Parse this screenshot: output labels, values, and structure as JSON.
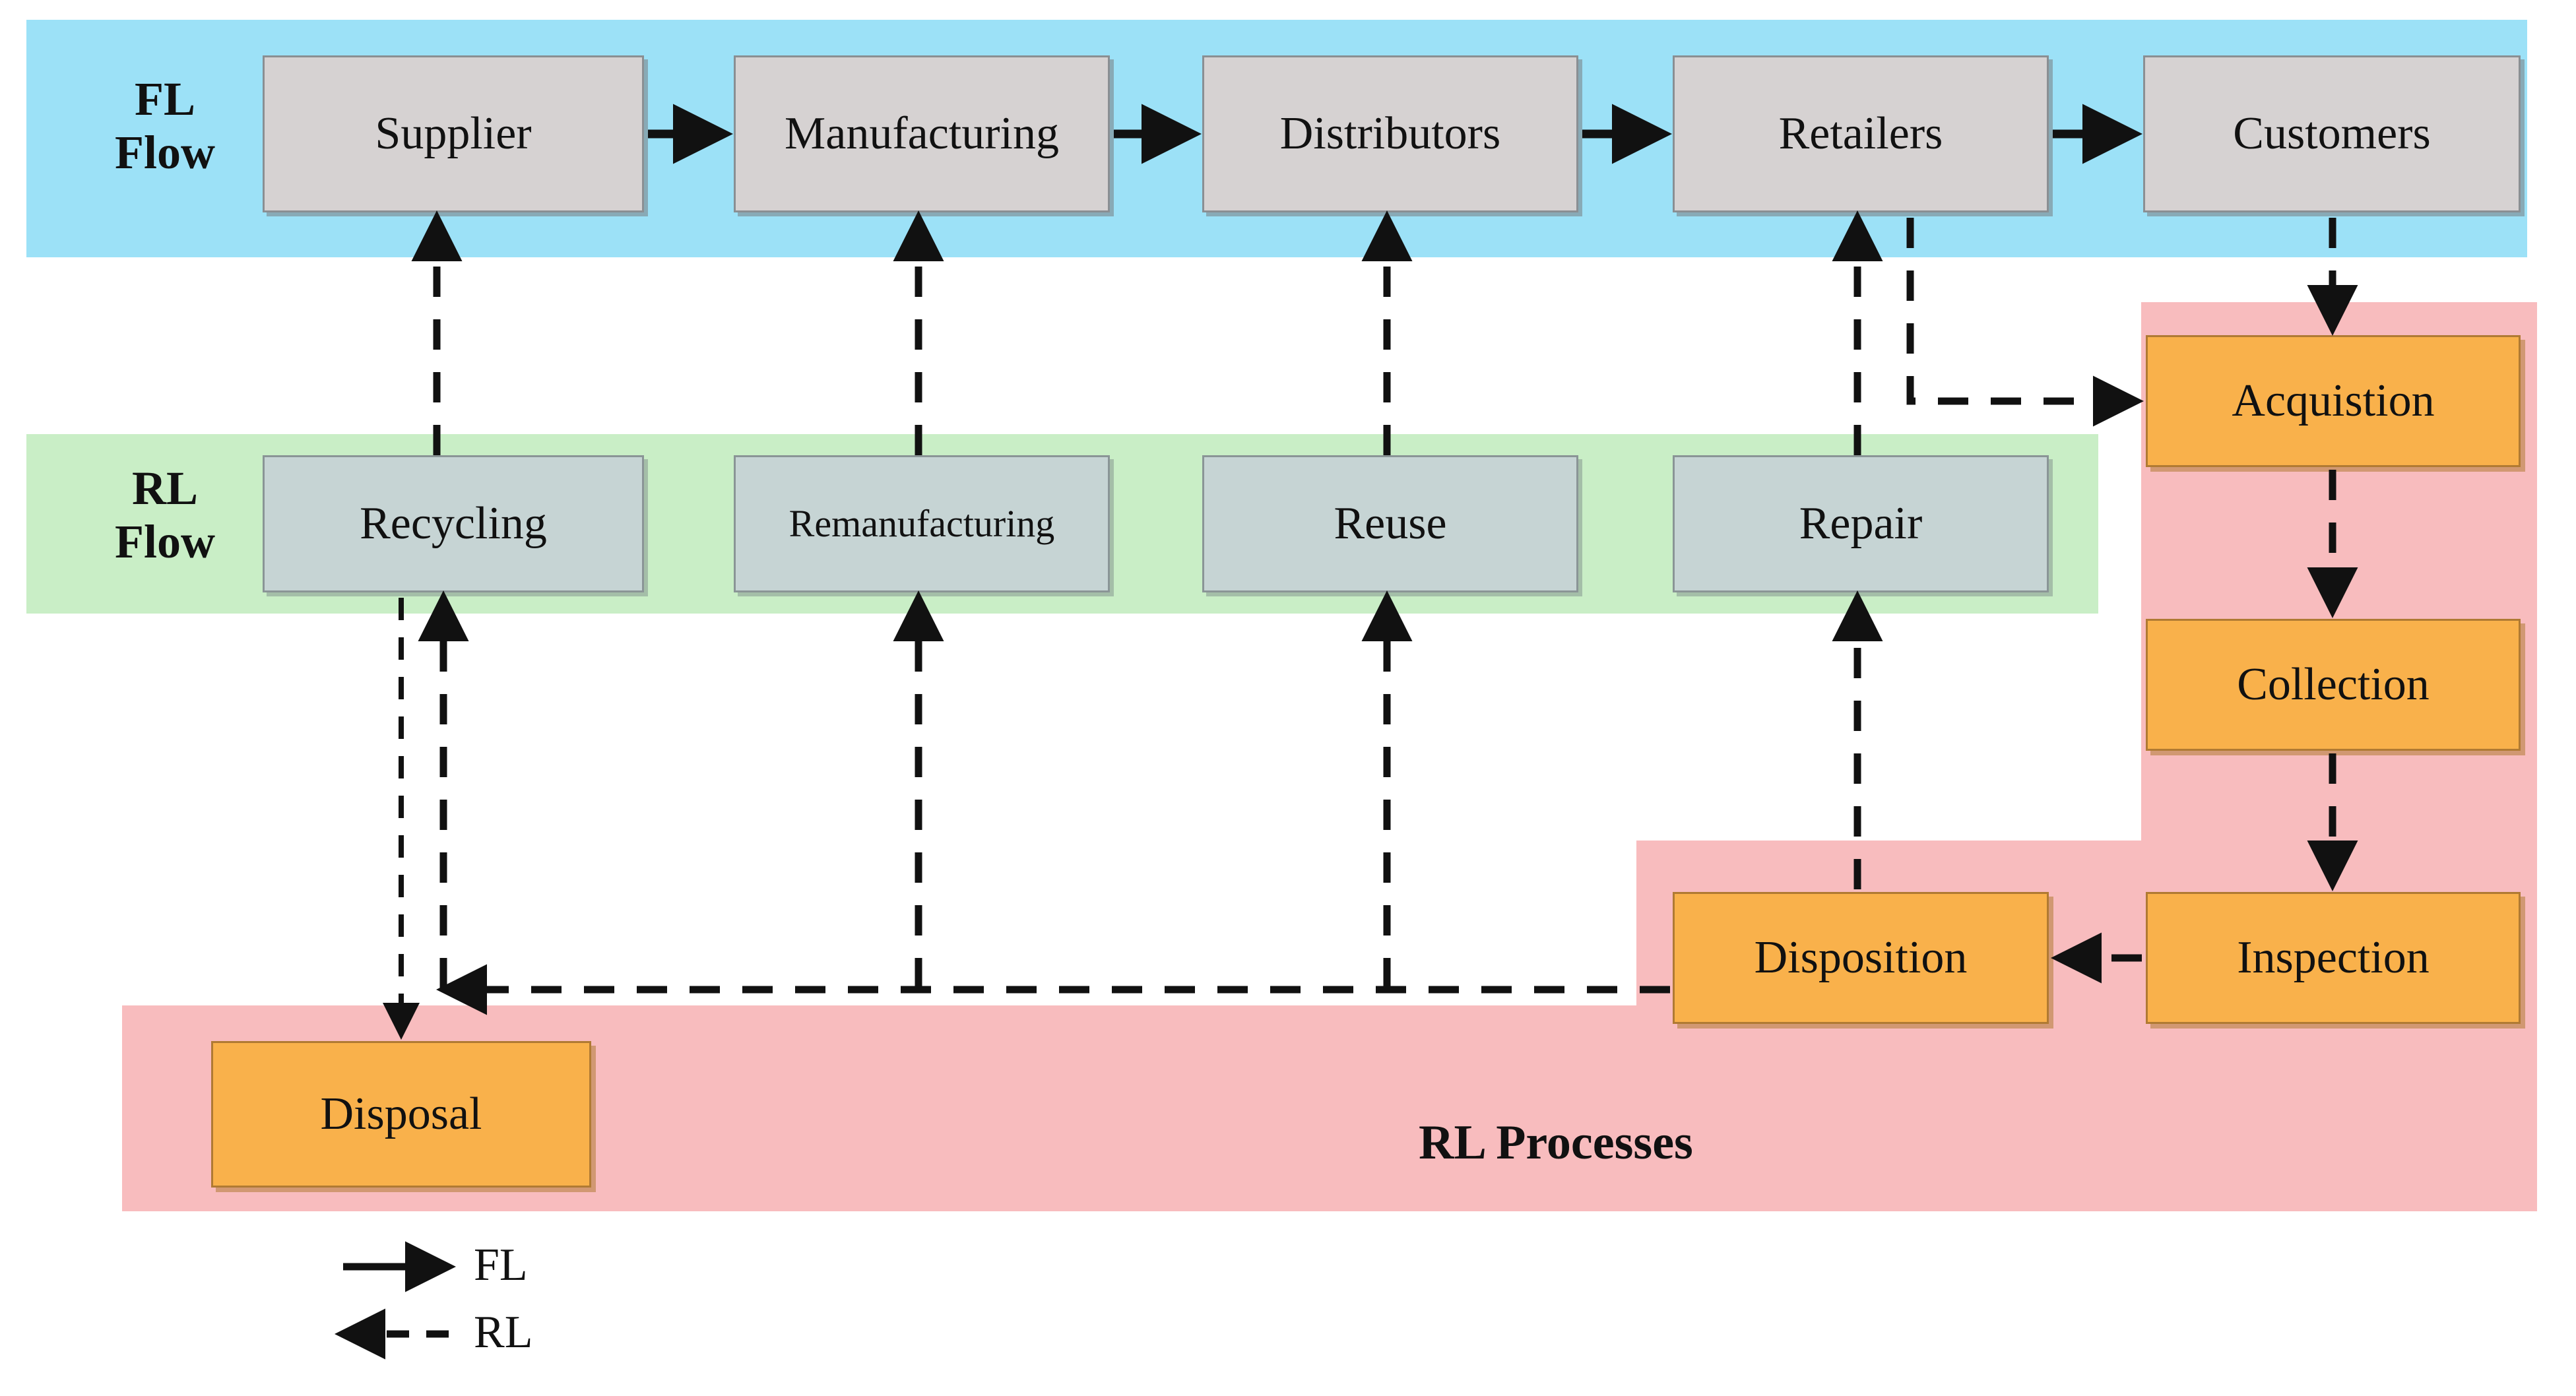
{
  "diagram": {
    "bands": {
      "fl": {
        "label": "FL\nFlow",
        "color": "#9CE1F7"
      },
      "rl": {
        "label": "RL\nFlow",
        "color": "#C9EEC6"
      },
      "processes": {
        "label": "RL Processes",
        "color": "#F8BCBE"
      }
    },
    "forward_chain": [
      {
        "id": "supplier",
        "label": "Supplier"
      },
      {
        "id": "manufacturing",
        "label": "Manufacturing"
      },
      {
        "id": "distributors",
        "label": "Distributors"
      },
      {
        "id": "retailers",
        "label": "Retailers"
      },
      {
        "id": "customers",
        "label": "Customers"
      }
    ],
    "reverse_chain": [
      {
        "id": "recycling",
        "label": "Recycling"
      },
      {
        "id": "remanufacturing",
        "label": "Remanufacturing"
      },
      {
        "id": "reuse",
        "label": "Reuse"
      },
      {
        "id": "repair",
        "label": "Repair"
      }
    ],
    "rl_processes": [
      {
        "id": "acquistion",
        "label": "Acquistion"
      },
      {
        "id": "collection",
        "label": "Collection"
      },
      {
        "id": "inspection",
        "label": "Inspection"
      },
      {
        "id": "disposition",
        "label": "Disposition"
      },
      {
        "id": "disposal",
        "label": "Disposal"
      }
    ],
    "legend": [
      {
        "id": "fl",
        "label": "FL",
        "style": "solid-arrow-right"
      },
      {
        "id": "rl",
        "label": "RL",
        "style": "dashed-arrow-left"
      }
    ],
    "colors": {
      "fl_band": "#9CE1F7",
      "rl_band": "#C9EEC6",
      "process_band": "#F8BCBE",
      "fl_node": "#D6D2D2",
      "rl_node": "#C6D4D4",
      "process_node": "#F9B14B",
      "stroke": "#111111"
    }
  }
}
